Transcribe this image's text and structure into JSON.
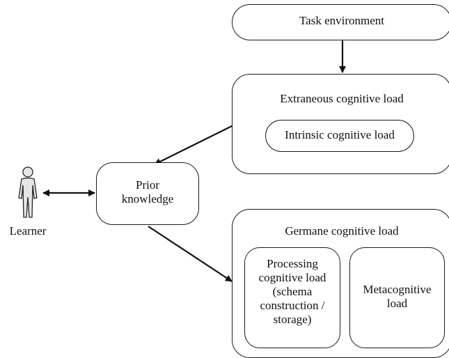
{
  "nodes": {
    "task_environment": "Task environment",
    "extraneous_load": "Extraneous cognitive load",
    "intrinsic_load": "Intrinsic cognitive load",
    "prior_knowledge": "Prior\nknowledge",
    "learner": "Learner",
    "germane_load": "Germane cognitive load",
    "processing_load": "Processing\ncognitive load\n(schema\nconstruction /\nstorage)",
    "metacognitive_load": "Metacognitive\nload"
  }
}
